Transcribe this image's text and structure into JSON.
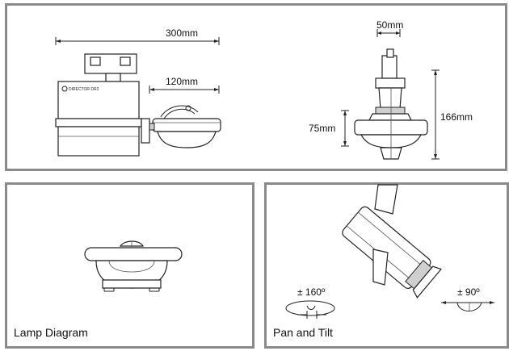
{
  "dimensions": {
    "width_300": "300mm",
    "head_120": "120mm",
    "side_50": "50mm",
    "side_75": "75mm",
    "side_166": "166mm"
  },
  "fixture_label": "DIRECTOR DR2",
  "lamp_panel": {
    "caption": "Lamp Diagram"
  },
  "pantilt_panel": {
    "caption": "Pan and Tilt",
    "pan_angle": "± 160º",
    "tilt_angle": "± 90º"
  }
}
